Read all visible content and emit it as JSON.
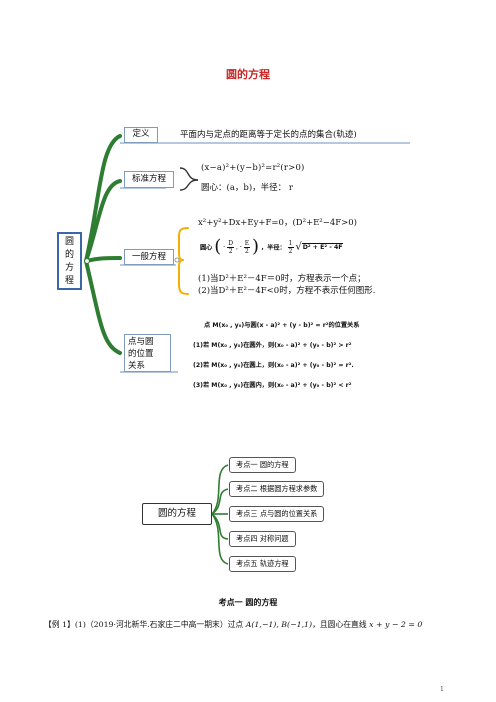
{
  "title": "圆的方程",
  "root": [
    "圆",
    "的",
    "方",
    "程"
  ],
  "def": {
    "label": "定义",
    "text": "平面内与定点的距离等于定长的点的集合(轨迹)"
  },
  "std": {
    "label": "标准方程",
    "eq": "(x−a)²+(y−b)²=r²(r>0)",
    "center": "圆心：(a，b)，半径： r"
  },
  "gen": {
    "label": "一般方程",
    "eq": "x²+y²+Dx+Ey+F=0，(D²+E²−4F>0)",
    "center_label": "圆心",
    "center_d": "D",
    "center_e": "E",
    "two": "2",
    "minus": "-",
    "radius_label": "，半径：",
    "one": "1",
    "radicand": "D² + E² - 4F",
    "case1": "(1)当D²＋E²－4F＝0时，方程表示一个点；",
    "case2": "(2)当D²＋E²－4F<0时，方程不表示任何图形."
  },
  "pos": {
    "label_lines": [
      "点与圆",
      "的位置",
      "关系"
    ],
    "head": "点 M(x₀ , y₀)与圆(x - a)² + (y - b)² = r²的位置关系",
    "c1": "(1)若 M(x₀ , y₀)在圆外，则(x₀ - a)² + (y₀ - b)² > r²",
    "c2": "(2)若 M(x₀ , y₀)在圆上，则(x₀ - a)² + (y₀ - b)² = r².",
    "c3": "(3)若 M(x₀ , y₀)在圆内，则(x₀ - a)² + (y₀ - b)² < r²"
  },
  "mindmap2": {
    "root": "圆的方程",
    "items": [
      "考点一   圆的方程",
      "考点二  根据圆方程求参数",
      "考点三  点与圆的位置关系",
      "考点四  对称问题",
      "考点五  轨迹方程"
    ]
  },
  "section_title": "考点一   圆的方程",
  "example": {
    "prefix": "【例 1】(1)（2019·河北新华.石家庄二中高一期末）过点 ",
    "math": "A(1,−1), B(−1,1)",
    "suffix": "，且圆心在直线 ",
    "line": "x + y − 2 = 0"
  },
  "page_number": "1",
  "colors": {
    "title": "#c62828",
    "branch_green": "#2e7d32",
    "box_border": "#7f9cc0",
    "root_border": "#3c66aa",
    "brace": "#f2b100"
  }
}
